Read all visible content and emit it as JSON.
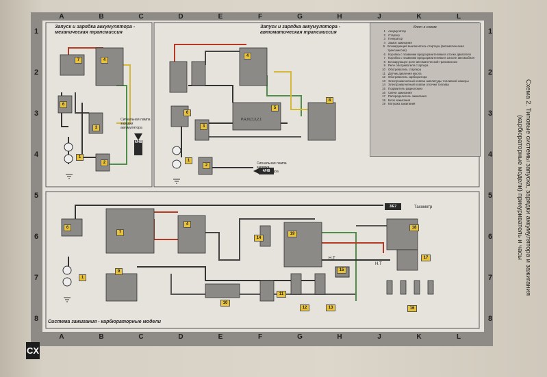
{
  "page_label": "CX",
  "side_title": {
    "line1": "Схема 2. Типовые системы запуска, зарядки аккумулятора и зажигания",
    "line2": "(карбюраторные модели) прикуриватель и часы"
  },
  "columns": [
    "A",
    "B",
    "C",
    "D",
    "E",
    "F",
    "G",
    "H",
    "J",
    "K",
    "L"
  ],
  "rows": [
    "1",
    "2",
    "3",
    "4",
    "5",
    "6",
    "7",
    "8"
  ],
  "section_titles": {
    "manual": "Запуск и зарядка аккумулятора - механическая трансмиссия",
    "auto": "Запуск и зарядка аккумулятора - автоматическая трансмиссия",
    "ignition": "Система зажигания - карбюраторные модели"
  },
  "legend": {
    "title": "Ключ к схеме",
    "items": [
      {
        "n": "1",
        "text": "Аккумулятор"
      },
      {
        "n": "2",
        "text": "Стартер"
      },
      {
        "n": "3",
        "text": "Генератор"
      },
      {
        "n": "4",
        "text": "Замок зажигания"
      },
      {
        "n": "5",
        "text": "Блокирующий выключатель стартера (автоматическая трансмиссия)"
      },
      {
        "n": "6",
        "text": "Коробка с плавкими предохранителями в отсеке двигателя"
      },
      {
        "n": "7",
        "text": "Коробка с плавкими предохранителями в салоне автомобиля"
      },
      {
        "n": "8",
        "text": "Блокирующее реле автоматической трансмиссии"
      },
      {
        "n": "9",
        "text": "Реле обогревателя стартера"
      },
      {
        "n": "10",
        "text": "Обогреватель стартера"
      },
      {
        "n": "11",
        "text": "Датчик давления масла"
      },
      {
        "n": "12",
        "text": "Обогреватель карбюратора"
      },
      {
        "n": "13",
        "text": "Электромагнитный клапан амплитуды топливной камеры"
      },
      {
        "n": "14",
        "text": "Электромагнитный клапан отсечки топлива"
      },
      {
        "n": "15",
        "text": "Подавитель радиопомех"
      },
      {
        "n": "16",
        "text": "Свечи зажигания"
      },
      {
        "n": "17",
        "text": "Распределитель зажигания"
      },
      {
        "n": "18",
        "text": "Блок зажигания"
      },
      {
        "n": "19",
        "text": "Катушка зажигания"
      }
    ]
  },
  "labels": {
    "lamp_manual": "Сигнальная лампа зарядки аккумулятора",
    "lamp_auto": "Сигнальная лампа зарядки аккумулятора",
    "tag_manual": "4/H8",
    "tag_auto": "4/H8",
    "tag_tacho": "3/E7",
    "tacho": "Тахометр",
    "ht1": "Н.Т",
    "ht2": "Н.Т",
    "selector": "P,R,N,D,3,2,1"
  },
  "components": [
    "1",
    "2",
    "3",
    "4",
    "5",
    "6",
    "7",
    "8",
    "9",
    "10",
    "11",
    "12",
    "13",
    "14",
    "15",
    "16",
    "17",
    "18",
    "19"
  ]
}
